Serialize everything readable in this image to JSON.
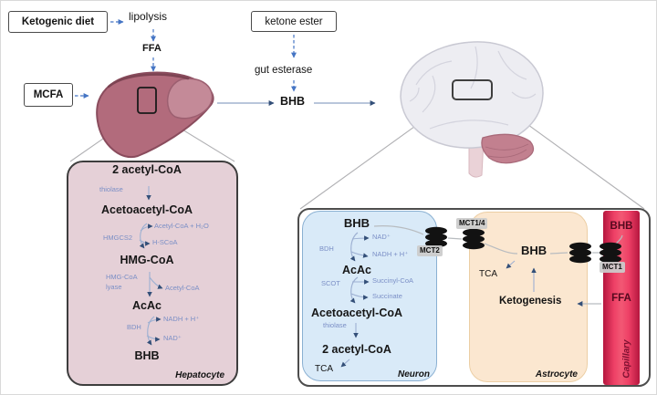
{
  "top": {
    "ketogenic_diet_label": "Ketogenic diet",
    "lipolysis_label": "lipolysis",
    "ffa_label": "FFA",
    "mcfa_label": "MCFA",
    "ketone_ester_label": "ketone ester",
    "gut_esterase_label": "gut esterase",
    "bhb_label": "BHB"
  },
  "hepatocyte": {
    "compartment_label": "Hepatocyte",
    "metabolites": [
      "2 acetyl-CoA",
      "Acetoacetyl-CoA",
      "HMG-CoA",
      "AcAc",
      "BHB"
    ],
    "enzyme_thiolase": "thiolase",
    "enzyme_hmgcs2": "HMGCS2",
    "enzyme_lyase_line1": "HMG-CoA",
    "enzyme_lyase_line2": "lyase",
    "enzyme_bdh": "BDH",
    "cofactor_acetylcoa_h2o": "Acetyl-CoA + H₂O",
    "cofactor_hscoa": "H-SCoA",
    "cofactor_acetylcoa": "Acetyl-CoA",
    "cofactor_nadh": "NADH + H⁺",
    "cofactor_nad": "NAD⁺"
  },
  "neuron": {
    "compartment_label": "Neuron",
    "bhb": "BHB",
    "enzyme_bdh": "BDH",
    "cofactor_nad": "NAD⁺",
    "cofactor_nadh": "NADH + H⁺",
    "acac": "AcAc",
    "enzyme_scot": "SCOT",
    "cofactor_succinyl_coa": "Succinyl-CoA",
    "cofactor_succinate": "Succinate",
    "acetoacetyl_coa": "Acetoacetyl-CoA",
    "enzyme_thiolase": "thiolase",
    "two_acetyl_coa": "2 acetyl-CoA",
    "tca": "TCA"
  },
  "astrocyte": {
    "compartment_label": "Astrocyte",
    "bhb": "BHB",
    "tca": "TCA",
    "ketogenesis": "Ketogenesis"
  },
  "capillary": {
    "compartment_label": "Capillary",
    "bhb": "BHB",
    "ffa": "FFA"
  },
  "transporters": {
    "mct2": "MCT2",
    "mct14": "MCT1/4",
    "mct1": "MCT1"
  },
  "colors": {
    "enzyme_text_blue": "#7b8fc6",
    "arrow_blue": "#4575c4",
    "arrowhead_navy": "#334f78",
    "hepatocyte_fill": "#e5d0d7",
    "neuron_fill": "#d9eaf8",
    "astrocyte_fill": "#fbe7d0",
    "capillary_red": "#ee4066",
    "capillary_text": "#55091e",
    "liver_fill": "#b26b7c",
    "brain_fill": "#ededf2"
  }
}
